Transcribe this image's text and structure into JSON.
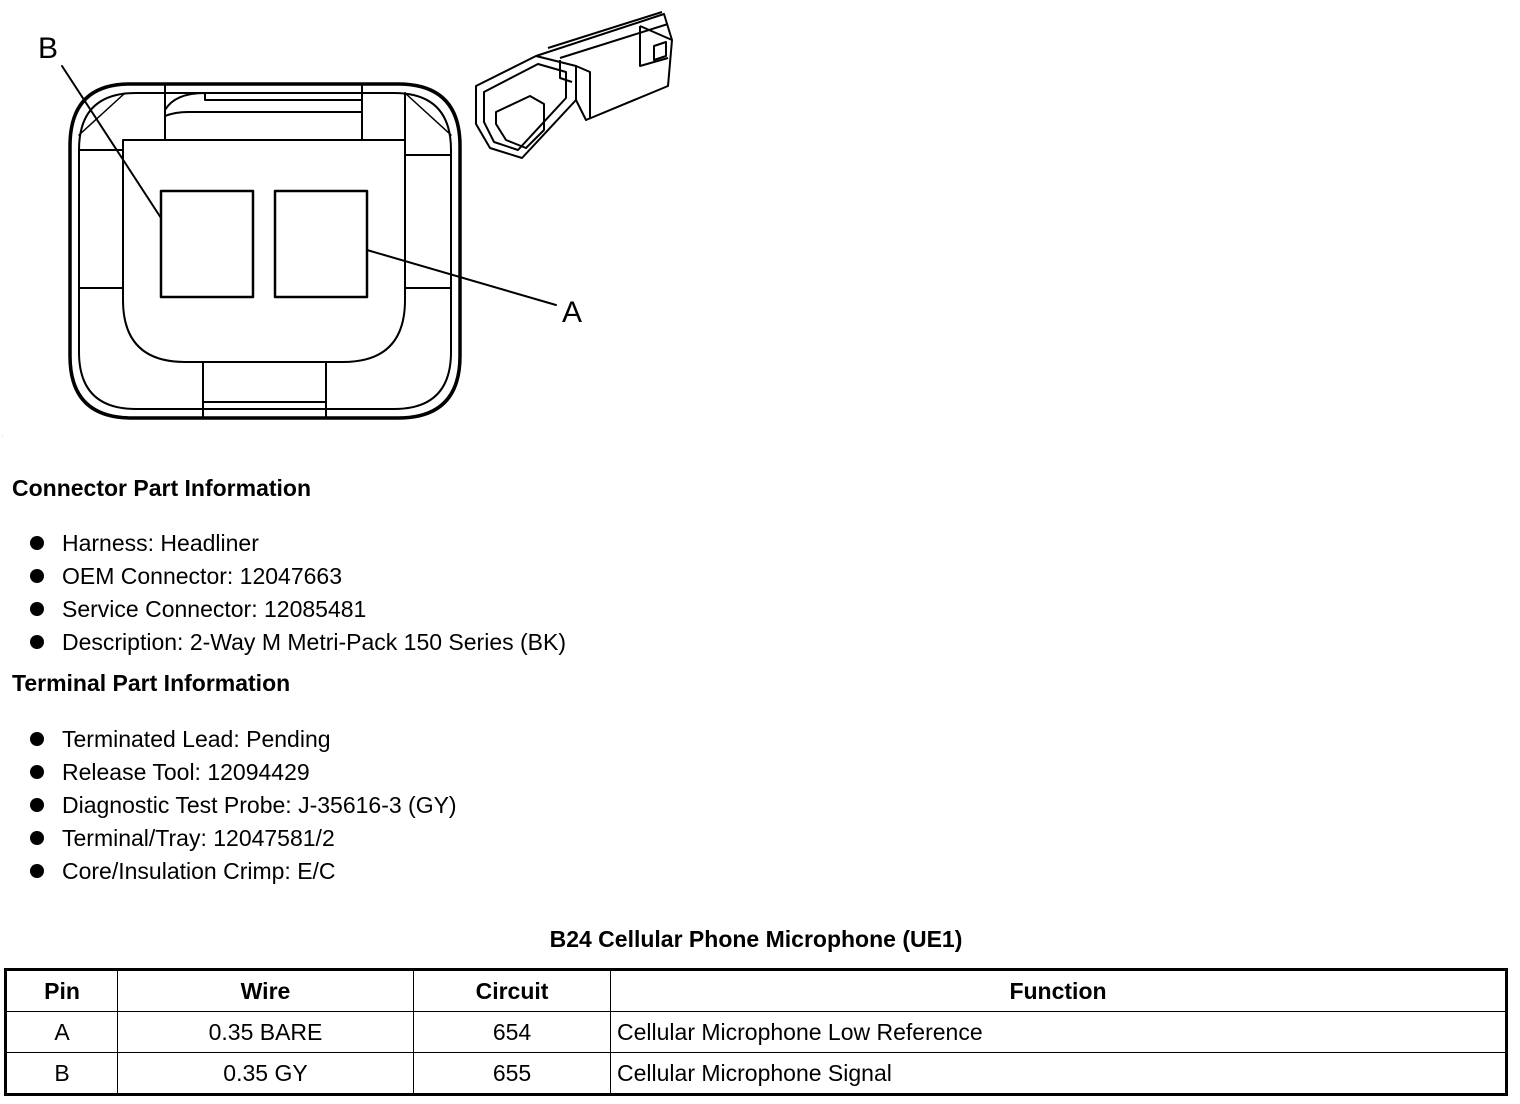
{
  "diagram": {
    "labels": {
      "pin_b": "B",
      "pin_a": "A"
    }
  },
  "connector_info": {
    "heading": "Connector Part Information",
    "items": [
      "Harness: Headliner",
      "OEM Connector: 12047663",
      "Service Connector: 12085481",
      "Description: 2-Way M Metri-Pack 150 Series (BK)"
    ]
  },
  "terminal_info": {
    "heading": "Terminal Part Information",
    "items": [
      "Terminated Lead: Pending",
      "Release Tool: 12094429",
      "Diagnostic Test Probe: J-35616-3 (GY)",
      "Terminal/Tray: 12047581/2",
      "Core/Insulation Crimp: E/C"
    ]
  },
  "pin_table": {
    "title": "B24 Cellular Phone Microphone (UE1)",
    "headers": [
      "Pin",
      "Wire",
      "Circuit",
      "Function"
    ],
    "rows": [
      [
        "A",
        "0.35 BARE",
        "654",
        "Cellular Microphone Low Reference"
      ],
      [
        "B",
        "0.35 GY",
        "655",
        "Cellular Microphone Signal"
      ]
    ]
  }
}
